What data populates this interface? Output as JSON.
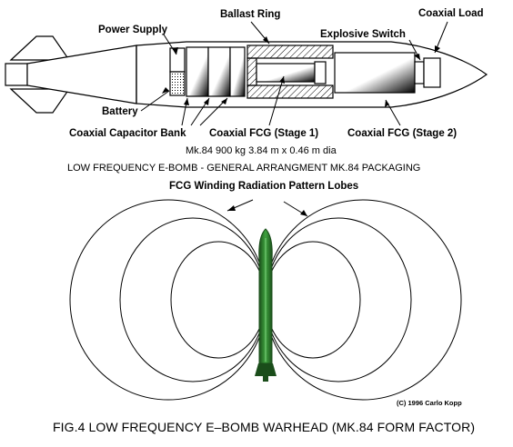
{
  "labels": {
    "power_supply": "Power Supply",
    "ballast_ring": "Ballast Ring",
    "coaxial_load": "Coaxial Load",
    "explosive_switch": "Explosive Switch",
    "battery": "Battery",
    "coaxial_capacitor_bank": "Coaxial Capacitor Bank",
    "coaxial_fcg_stage1": "Coaxial FCG (Stage 1)",
    "coaxial_fcg_stage2": "Coaxial FCG (Stage 2)",
    "radiation_lobes": "FCG Winding Radiation Pattern Lobes"
  },
  "captions": {
    "dimensions": "Mk.84 900 kg 3.84 m x 0.46 m dia",
    "arrangement": "LOW FREQUENCY E-BOMB - GENERAL ARRANGMENT MK.84 PACKAGING"
  },
  "figure_title": "FIG.4 LOW FREQUENCY E–BOMB WARHEAD (MK.84 FORM FACTOR)",
  "copyright": "(C) 1996 Carlo Kopp",
  "colors": {
    "line": "#000000",
    "background": "#ffffff",
    "bomb_body": "#2f8a2f",
    "bomb_dark": "#1a4d1a"
  }
}
